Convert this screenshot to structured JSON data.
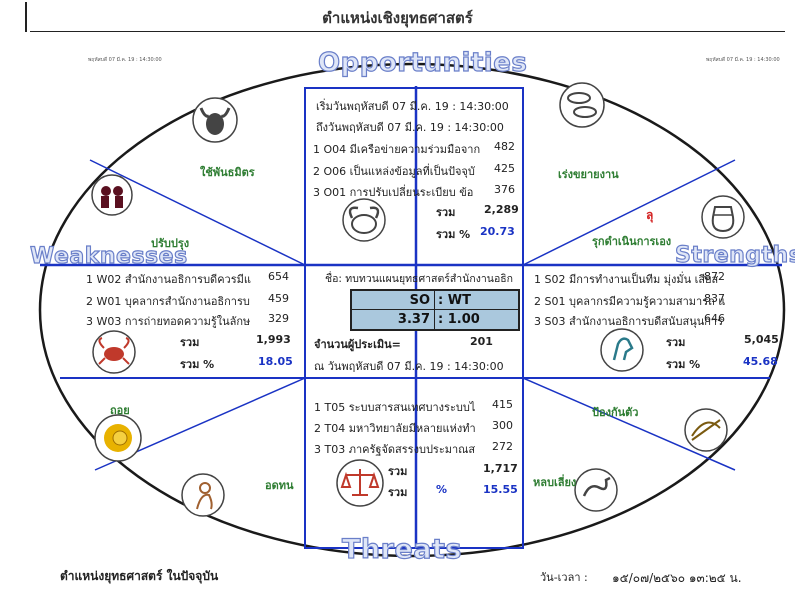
{
  "header": {
    "title": "ตำแหน่งเชิงยุทธศาสตร์"
  },
  "corners": {
    "left": "พฤหัสบดี 07 มี.ค. 19 : 14:30:00",
    "right": "พฤหัสบดี 07 มี.ค. 19 : 14:30:00"
  },
  "labels": {
    "opportunities": "Opportunities",
    "weaknesses": "Weaknesses",
    "strengths": "Strengths",
    "threats": "Threats"
  },
  "sectors": {
    "top_left": "ใช้พันธมิตร",
    "mid_left": "ปรับปรุง",
    "top_right": "เร่งขยายงาน",
    "mid_right": "รุกดำเนินการเอง",
    "right_red": "ลุ",
    "bottom_left_top": "ถอย",
    "bottom_left": "อดทน",
    "bottom_right_top": "ป้องกันตัว",
    "bottom_right": "หลบเลี่ยง"
  },
  "opportunities": {
    "start": "เริ่มวันพฤหัสบดี 07 มี.ค. 19 : 14:30:00",
    "end": "ถึงวันพฤหัสบดี 07 มี.ค. 19 : 14:30:00",
    "items": [
      {
        "label": "1 O04 มีเครือข่ายความร่วมมือจาก",
        "value": "482"
      },
      {
        "label": "2 O06 เป็นแหล่งข้อมูลที่เป็นปัจจุบั",
        "value": "425"
      },
      {
        "label": "3 O01 การปรับเปลี่ยนระเบียบ ข้อ",
        "value": "376"
      }
    ],
    "total_label": "รวม",
    "total": "2,289",
    "pct_label": "รวม %",
    "pct": "20.73"
  },
  "weaknesses": {
    "items": [
      {
        "label": "1 W02 สำนักงานอธิการบดีควรมีแ",
        "value": "654"
      },
      {
        "label": "2 W01 บุคลากรสำนักงานอธิการบ",
        "value": "459"
      },
      {
        "label": "3 W03 การถ่ายทอดความรู้ในลักษ",
        "value": "329"
      }
    ],
    "total_label": "รวม",
    "total": "1,993",
    "pct_label": "รวม %",
    "pct": "18.05"
  },
  "strengths": {
    "items": [
      {
        "label": "1 S02 มีการทำงานเป็นทีม มุ่งมั่น เสียส",
        "value": "872"
      },
      {
        "label": "2 S01 บุคลากรมีความรู้ความสามารถ แ",
        "value": "837"
      },
      {
        "label": "3 S03 สำนักงานอธิการบดีสนับสนุนการ",
        "value": "646"
      }
    ],
    "total_label": "รวม",
    "total": "5,045",
    "pct_label": "รวม %",
    "pct": "45.68"
  },
  "threats": {
    "items": [
      {
        "label": "1 T05 ระบบสารสนเทศบางระบบไ",
        "value": "415"
      },
      {
        "label": "2 T04 มหาวิทยาลัยมีหลายแห่งทำ",
        "value": "300"
      },
      {
        "label": "3 T03 ภาครัฐจัดสรรงบประมาณส",
        "value": "272"
      }
    ],
    "total_label": "รวม",
    "total": "1,717",
    "pct_label": "รวม",
    "pct_sign": "%",
    "pct": "15.55"
  },
  "center": {
    "name": "ชื่อ: ทบทวนแผนยุทธศาสตร์สำนักงานอธิก",
    "ratio_label_left": "SO",
    "ratio_label_right": ": WT",
    "ratio_value_left": "3.37",
    "ratio_value_right": ": 1.00",
    "evaluators_label": "จำนวนผู้ประเมิน=",
    "evaluators": "201",
    "date": "ณ วันพฤหัสบดี 07 มี.ค. 19 : 14:30:00"
  },
  "footer": {
    "left": "ตำแหน่งยุทธศาสตร์ ในปัจจุบัน",
    "datetime_label": "วัน-เวลา :",
    "datetime_value": "๑๕/๐๗/๒๕๖๐ ๑๓:๒๕ น."
  },
  "colors": {
    "axis": "#1a33c4",
    "pct": "#1a33c4",
    "sector_label": "#2e7d32",
    "ratio_bg": "#aac8dd",
    "outline_text": "#6a7fc9"
  },
  "icons": [
    "taurus-icon",
    "gemini-icon",
    "aries-icon",
    "pisces-icon",
    "aquarius-icon",
    "cancer-icon",
    "capricorn-icon",
    "leo-icon",
    "virgo-icon",
    "libra-icon",
    "sagittarius-icon",
    "scorpio-icon"
  ]
}
